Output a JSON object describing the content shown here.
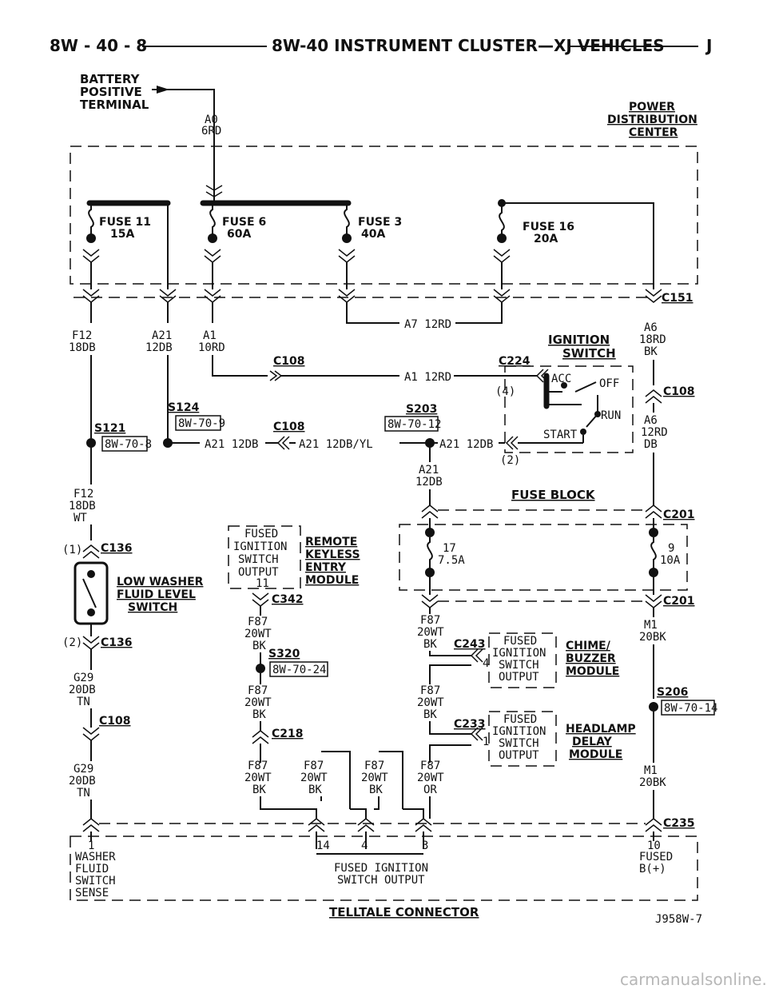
{
  "header": {
    "page": "8W - 40 - 8",
    "title": "8W-40 INSTRUMENT CLUSTER—XJ VEHICLES",
    "suffix": "J"
  },
  "battery": {
    "label": [
      "BATTERY",
      "POSITIVE",
      "TERMINAL"
    ],
    "wire": [
      "A0",
      "6RD"
    ]
  },
  "pdc": {
    "label": [
      "POWER",
      "DISTRIBUTION",
      "CENTER"
    ]
  },
  "fuses": {
    "f11": [
      "FUSE 11",
      "15A"
    ],
    "f6": [
      "FUSE 6",
      "60A"
    ],
    "f3": [
      "FUSE 3",
      "40A"
    ],
    "f16": [
      "FUSE 16",
      "20A"
    ]
  },
  "connectors": {
    "c151": "C151",
    "c108": "C108",
    "c224": "C224",
    "c136": "C136",
    "c342": "C342",
    "c243": "C243",
    "c233": "C233",
    "c218": "C218",
    "c201": "C201",
    "c235": "C235"
  },
  "splices": {
    "s121": "S121",
    "s124": "S124",
    "s203": "S203",
    "s320": "S320",
    "s206": "S206"
  },
  "refs": {
    "r8": "8W-70-8",
    "r9": "8W-70-9",
    "r12": "8W-70-12",
    "r24": "8W-70-24",
    "r14": "8W-70-14"
  },
  "wires": {
    "a7": "A7 12RD",
    "f12_top": [
      "F12",
      "18DB"
    ],
    "a21_top": [
      "A21",
      "12DB"
    ],
    "a1_top": [
      "A1",
      "10RD"
    ],
    "a6_top": [
      "A6",
      "18RD",
      "BK"
    ],
    "a1_mid": "A1 12RD",
    "a6_mid": [
      "A6",
      "12RD",
      "DB"
    ],
    "a21_s121": "A21 12DB",
    "a21_yl": "A21 12DB/YL",
    "a21_sw": "A21 12DB",
    "a21_down": [
      "A21",
      "12DB"
    ],
    "f12_low": [
      "F12",
      "18DB",
      "WT"
    ],
    "f87_a": [
      "F87",
      "20WT",
      "BK"
    ],
    "f87_b": [
      "F87",
      "20WT",
      "BK"
    ],
    "f87_c": [
      "F87",
      "20WT",
      "BK"
    ],
    "f87_d": [
      "F87",
      "20WT",
      "BK"
    ],
    "f87_e": [
      "F87",
      "20WT",
      "BK"
    ],
    "f87_f": [
      "F87",
      "20WT",
      "BK"
    ],
    "f87_g": [
      "F87",
      "20WT",
      "BK"
    ],
    "f87_h": [
      "F87",
      "20WT",
      "OR"
    ],
    "g29_a": [
      "G29",
      "20DB",
      "TN"
    ],
    "g29_b": [
      "G29",
      "20DB",
      "TN"
    ],
    "m1_a": [
      "M1",
      "20BK"
    ],
    "m1_b": [
      "M1",
      "20BK"
    ]
  },
  "ignition": {
    "title": [
      "IGNITION",
      "SWITCH"
    ],
    "acc": "ACC",
    "off": "OFF",
    "run": "RUN",
    "start": "START",
    "pin4": "(4)",
    "pin2": "(2)"
  },
  "fuse_block": {
    "title": "FUSE BLOCK",
    "f17": [
      "17",
      "7.5A"
    ],
    "f9": [
      "9",
      "10A"
    ]
  },
  "rke": {
    "box": [
      "FUSED",
      "IGNITION",
      "SWITCH",
      "OUTPUT",
      "11"
    ],
    "name": [
      "REMOTE",
      "KEYLESS",
      "ENTRY",
      "MODULE"
    ]
  },
  "washer_switch": {
    "name": [
      "LOW WASHER",
      "FLUID LEVEL",
      "SWITCH"
    ],
    "pin1": "(1)",
    "pin2": "(2)"
  },
  "chime": {
    "box": [
      "FUSED",
      "IGNITION",
      "SWITCH",
      "OUTPUT"
    ],
    "pin": "4",
    "name": [
      "CHIME/",
      "BUZZER",
      "MODULE"
    ]
  },
  "headlamp": {
    "box": [
      "FUSED",
      "IGNITION",
      "SWITCH",
      "OUTPUT"
    ],
    "pin": "1",
    "name": [
      "HEADLAMP",
      "DELAY",
      "MODULE"
    ]
  },
  "telltale": {
    "pins": [
      "1",
      "14",
      "4",
      "3",
      "10"
    ],
    "washer": [
      "WASHER",
      "FLUID",
      "SWITCH",
      "SENSE"
    ],
    "fused_out": [
      "FUSED IGNITION",
      "SWITCH OUTPUT"
    ],
    "fused_b": [
      "FUSED",
      "B(+)"
    ],
    "title": "TELLTALE CONNECTOR"
  },
  "figure_id": "J958W-7",
  "watermark": "carmanualsonline.info"
}
